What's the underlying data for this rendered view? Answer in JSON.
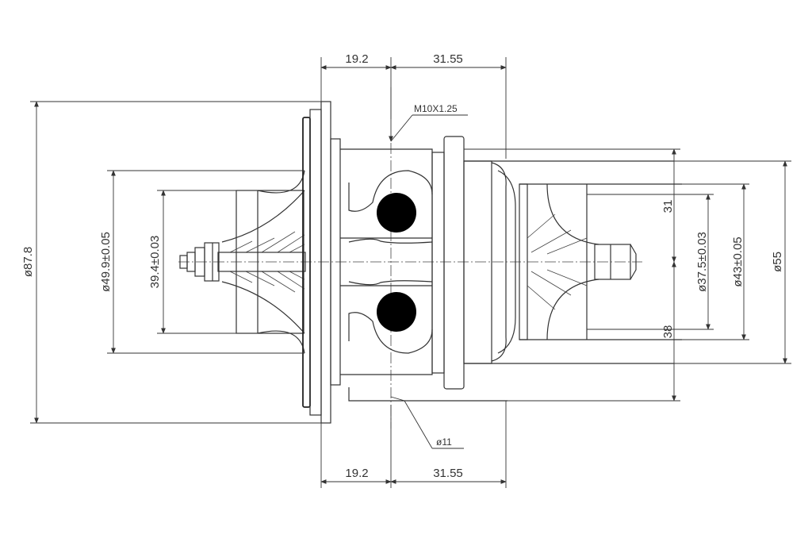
{
  "labels": {
    "top_left_width": "19.2",
    "top_right_width": "31.55",
    "bottom_left_width": "19.2",
    "bottom_right_width": "31.55",
    "thread": "M10X1.25",
    "shaft_dia": "ø11",
    "overall_dia": "ø87.8",
    "compressor_outer": "ø49.9±0.05",
    "compressor_inner": "39.4±0.03",
    "turbine_inner": "ø37.5±0.03",
    "turbine_mid": "ø43±0.05",
    "turbine_outer": "ø55",
    "upper_offset": "31",
    "lower_offset": "38"
  },
  "colors": {
    "line": "#333333",
    "oil_port": "#000000",
    "background": "#ffffff"
  }
}
